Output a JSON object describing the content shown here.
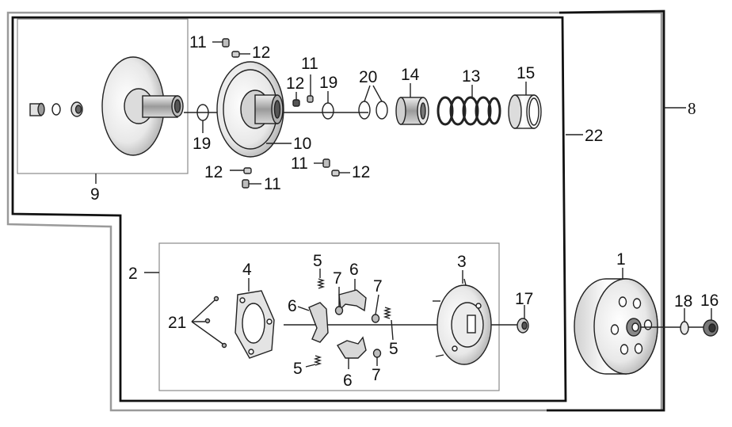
{
  "diagram": {
    "callouts": {
      "c1": "1",
      "c2": "2",
      "c3": "3",
      "c4": "4",
      "c5a": "5",
      "c5b": "5",
      "c5c": "5",
      "c6a": "6",
      "c6b": "6",
      "c6c": "6",
      "c7a": "7",
      "c7b": "7",
      "c7c": "7",
      "c8": "8",
      "c9": "9",
      "c10": "10",
      "c11a": "11",
      "c11b": "11",
      "c11c": "11",
      "c11d": "11",
      "c12a": "12",
      "c12b": "12",
      "c12c": "12",
      "c12d": "12",
      "c13": "13",
      "c14": "14",
      "c15": "15",
      "c16": "16",
      "c17": "17",
      "c18": "18",
      "c19a": "19",
      "c19b": "19",
      "c20": "20",
      "c21": "21",
      "c22": "22"
    }
  }
}
